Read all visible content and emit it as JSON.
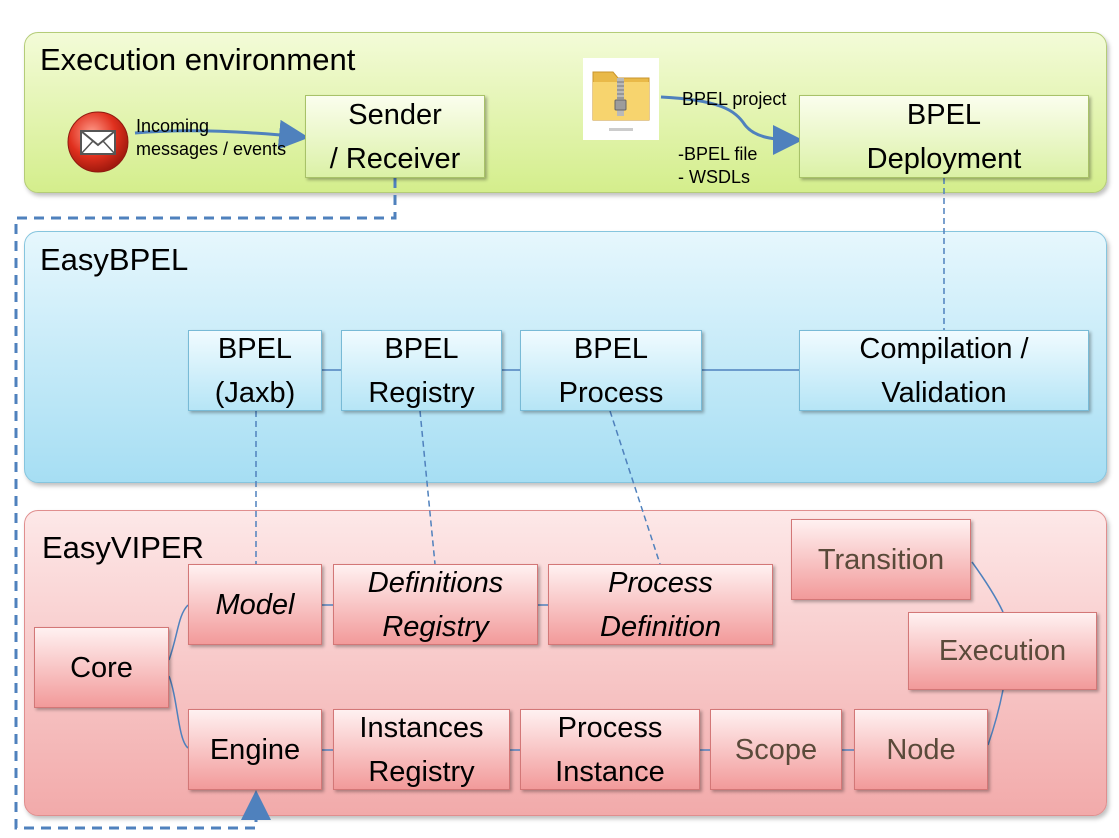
{
  "layers": {
    "exec": {
      "title": "Execution environment"
    },
    "easybpel": {
      "title": "EasyBPEL"
    },
    "easyviper": {
      "title": "EasyVIPER"
    }
  },
  "exec": {
    "incoming_label": "Incoming\nmessages / events",
    "sender_receiver": "Sender\n/ Receiver",
    "bpel_project_label": "BPEL project",
    "bpel_files_label": "-BPEL file\n- WSDLs",
    "bpel_deployment": "BPEL\nDeployment"
  },
  "easybpel": {
    "jaxb": "BPEL\n(Jaxb)",
    "registry": "BPEL\nRegistry",
    "process": "BPEL\nProcess",
    "compilation": "Compilation /\nValidation"
  },
  "easyviper": {
    "core": "Core",
    "model": "Model",
    "definitions_registry": "Definitions\nRegistry",
    "process_definition": "Process\nDefinition",
    "engine": "Engine",
    "instances_registry": "Instances\nRegistry",
    "process_instance": "Process\nInstance",
    "scope": "Scope",
    "node": "Node",
    "transition": "Transition",
    "execution": "Execution"
  },
  "colors": {
    "exec_layer": "#d4ee8c",
    "easybpel_layer": "#a6def3",
    "easyviper_layer": "#f2aaaa",
    "connector": "#4f81bd"
  },
  "icons": [
    "mail-icon",
    "zip-folder-icon"
  ]
}
